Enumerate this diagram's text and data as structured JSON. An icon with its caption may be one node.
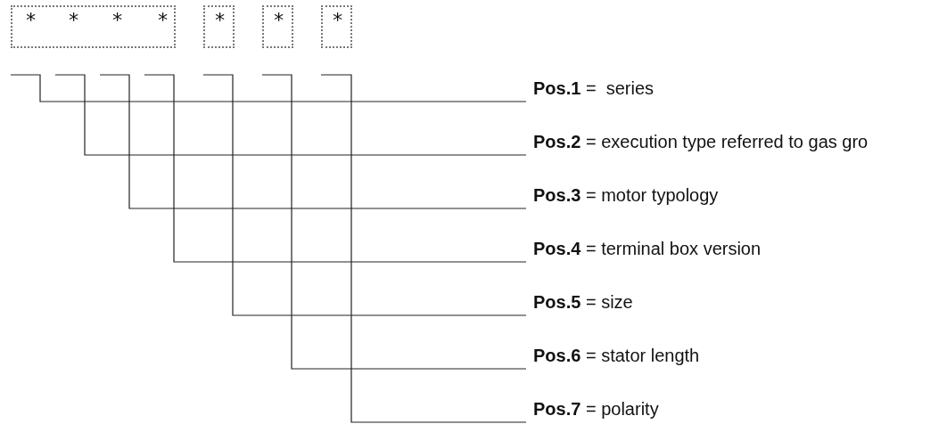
{
  "diagram": {
    "nodes": [
      {
        "text": [
          "*",
          "*",
          "*",
          "*"
        ]
      },
      {
        "text": [
          "*"
        ]
      },
      {
        "text": [
          "*"
        ]
      },
      {
        "text": [
          "*"
        ]
      },
      {
        "text": [
          "**Pos.1** =  series"
        ]
      },
      {
        "text": [
          "**Pos.2** = execution type referred to gas gro"
        ]
      },
      {
        "text": [
          "**Pos.3** = motor typology"
        ]
      },
      {
        "text": [
          "**Pos.4** = terminal box version"
        ]
      },
      {
        "text": [
          "**Pos.5** = size"
        ]
      },
      {
        "text": [
          "**Pos.6** = stator length"
        ]
      },
      {
        "text": [
          "**Pos.7** = polarity"
        ]
      }
    ],
    "edges": [
      {
        "from": null,
        "to": 4,
        "arrow": "none"
      },
      {
        "from": null,
        "to": 5,
        "arrow": "none"
      },
      {
        "from": null,
        "to": 6,
        "arrow": "none"
      },
      {
        "from": null,
        "to": 7,
        "arrow": "none"
      },
      {
        "from": null,
        "to": 8,
        "arrow": "none"
      },
      {
        "from": null,
        "to": 9,
        "arrow": "none"
      },
      {
        "from": null,
        "to": 10,
        "arrow": "none"
      }
    ]
  }
}
